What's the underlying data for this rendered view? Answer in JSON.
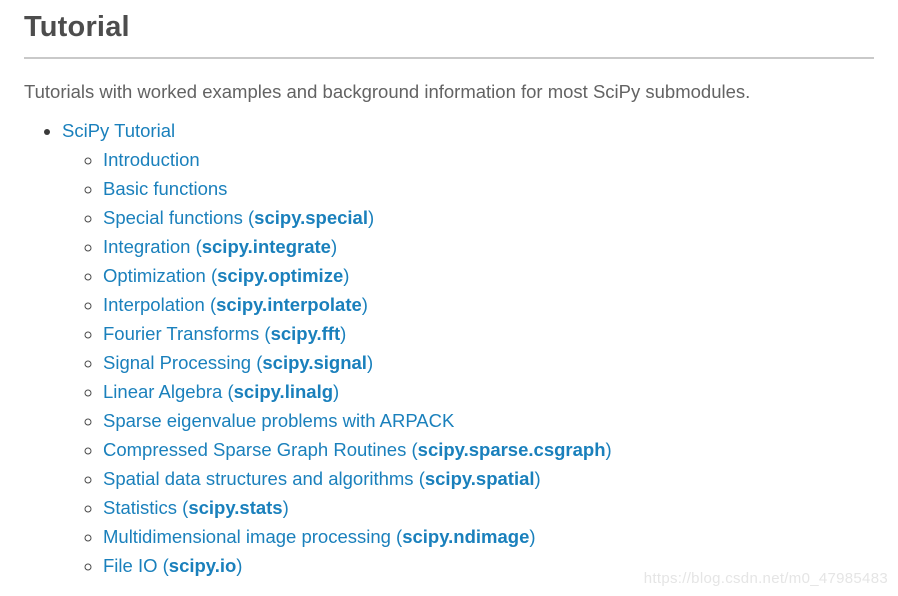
{
  "page": {
    "title": "Tutorial",
    "intro": "Tutorials with worked examples and background information for most SciPy submodules."
  },
  "toc": {
    "root": {
      "pre": "SciPy Tutorial"
    },
    "items": [
      {
        "pre": "Introduction"
      },
      {
        "pre": "Basic functions"
      },
      {
        "pre": "Special functions (",
        "code": "scipy.special",
        "post": ")"
      },
      {
        "pre": "Integration (",
        "code": "scipy.integrate",
        "post": ")"
      },
      {
        "pre": "Optimization (",
        "code": "scipy.optimize",
        "post": ")"
      },
      {
        "pre": "Interpolation (",
        "code": "scipy.interpolate",
        "post": ")"
      },
      {
        "pre": "Fourier Transforms (",
        "code": "scipy.fft",
        "post": ")"
      },
      {
        "pre": "Signal Processing (",
        "code": "scipy.signal",
        "post": ")"
      },
      {
        "pre": "Linear Algebra (",
        "code": "scipy.linalg",
        "post": ")"
      },
      {
        "pre": "Sparse eigenvalue problems with ARPACK"
      },
      {
        "pre": "Compressed Sparse Graph Routines (",
        "code": "scipy.sparse.csgraph",
        "post": ")"
      },
      {
        "pre": "Spatial data structures and algorithms (",
        "code": "scipy.spatial",
        "post": ")"
      },
      {
        "pre": "Statistics (",
        "code": "scipy.stats",
        "post": ")"
      },
      {
        "pre": "Multidimensional image processing (",
        "code": "scipy.ndimage",
        "post": ")"
      },
      {
        "pre": "File IO (",
        "code": "scipy.io",
        "post": ")"
      }
    ]
  },
  "watermark": "https://blog.csdn.net/m0_47985483",
  "colors": {
    "link": "#1a80bc",
    "heading": "#4d4d4d",
    "body_text": "#636363",
    "rule": "#c9c9c9",
    "watermark_text": "#e5e5e5",
    "background": "#ffffff"
  }
}
